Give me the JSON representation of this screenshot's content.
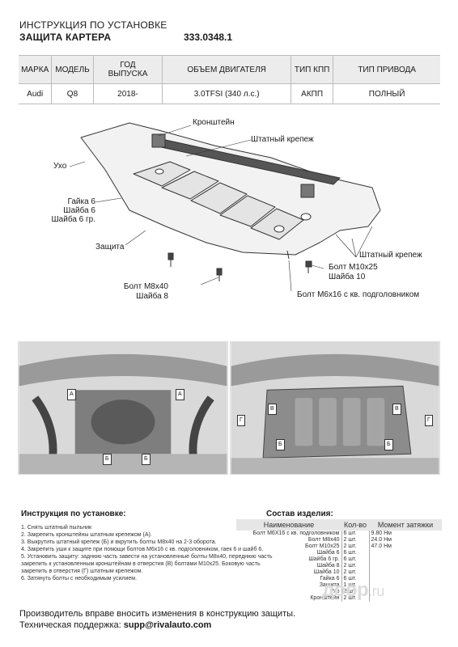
{
  "header": {
    "title": "ИНСТРУКЦИЯ ПО УСТАНОВКЕ",
    "subtitle": "ЗАЩИТА КАРТЕРА",
    "part_number": "333.0348.1"
  },
  "spec_table": {
    "headers": [
      "МАРКА",
      "МОДЕЛЬ",
      "ГОД ВЫПУСКА",
      "ОБЪЕМ ДВИГАТЕЛЯ",
      "ТИП КПП",
      "ТИП ПРИВОДА"
    ],
    "row": [
      "Audi",
      "Q8",
      "2018-",
      "3.0TFSI (340 л.с.)",
      "АКПП",
      "ПОЛНЫЙ"
    ]
  },
  "diagram_labels": {
    "bracket": "Кронштейн",
    "std_fastener_top": "Штатный крепеж",
    "ear": "Ухо",
    "nut": "Гайка 6",
    "washer": "Шайба 6",
    "washer_gr": "Шайба 6 гр.",
    "guard": "Защита",
    "std_fastener_right": "Штатный крепеж",
    "bolt_m10": "Болт M10x25",
    "washer_10": "Шайба 10",
    "bolt_m8": "Болт M8x40",
    "washer_8": "Шайба 8",
    "bolt_m6": "Болт M6x16 с кв. подголовником"
  },
  "photo_markers": {
    "a": "А",
    "b": "Б",
    "v": "В",
    "g": "Г"
  },
  "instructions": {
    "title": "Инструкция по установке:",
    "steps": [
      "1. Снять штатный пыльник",
      "2. Закрепить кронштейны штатным крепежом (А).",
      "3. Выкрутить штатный крепеж (Б) и вкрутить болты M8x40 на 2-3 оборота.",
      "4. Закрепить уши к защите при помощи болтов M6x16 с кв. подголовником, гаек 6 и шайб 6.",
      "5. Установить защиту: заднюю часть завести на установленные болты M8x40, переднюю часть закрепить к установленным кронштейнам в отверстия (В) болтами M10x25. Боковую часть закрепить в отверстия (Г) штатным крепежом.",
      "6. Затянуть болты с необходимым усилием."
    ]
  },
  "components": {
    "title": "Состав изделия:",
    "headers": [
      "Наименование",
      "Кол-во",
      "Момент затяжки"
    ],
    "rows": [
      {
        "name": "Болт M6X16 с кв. подголовником",
        "qty": "6 шт.",
        "torque": "9.80 Нм"
      },
      {
        "name": "Болт M8x40",
        "qty": "2 шт.",
        "torque": "24.0 Нм"
      },
      {
        "name": "Болт M10x25",
        "qty": "2 шт.",
        "torque": "47.0 Нм"
      },
      {
        "name": "Шайба 6",
        "qty": "6 шт.",
        "torque": ""
      },
      {
        "name": "Шайба 6 гр.",
        "qty": "6 шт.",
        "torque": ""
      },
      {
        "name": "Шайба 8",
        "qty": "2 шт.",
        "torque": ""
      },
      {
        "name": "Шайба 10",
        "qty": "2 шт.",
        "torque": ""
      },
      {
        "name": "Гайка 6",
        "qty": "6 шт.",
        "torque": ""
      },
      {
        "name": "Защита",
        "qty": "1 шт.",
        "torque": ""
      },
      {
        "name": "Ухо",
        "qty": "2 шт.",
        "torque": ""
      },
      {
        "name": "Кронштейн",
        "qty": "2 шт.",
        "torque": ""
      }
    ]
  },
  "watermark": {
    "main": "доор",
    "tld": ".ru"
  },
  "footer": {
    "line1": "Производитель вправе вносить изменения в конструкцию защиты.",
    "support_label": "Техническая поддержка:",
    "support_email": "supp@rivalauto.com"
  }
}
